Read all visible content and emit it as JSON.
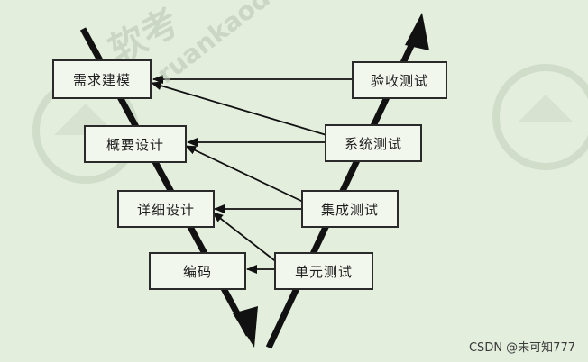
{
  "watermark": {
    "brand_cn": "软考",
    "brand_en": "ruankaoda"
  },
  "diagram": {
    "left_boxes": [
      "需求建模",
      "概要设计",
      "详细设计",
      "编码"
    ],
    "right_boxes": [
      "验收测试",
      "系统测试",
      "集成测试",
      "单元测试"
    ]
  },
  "credit": "CSDN @未可知777",
  "colors": {
    "background": "#e3eedd",
    "line": "#111111",
    "box_fill": "#f2f7ee"
  }
}
